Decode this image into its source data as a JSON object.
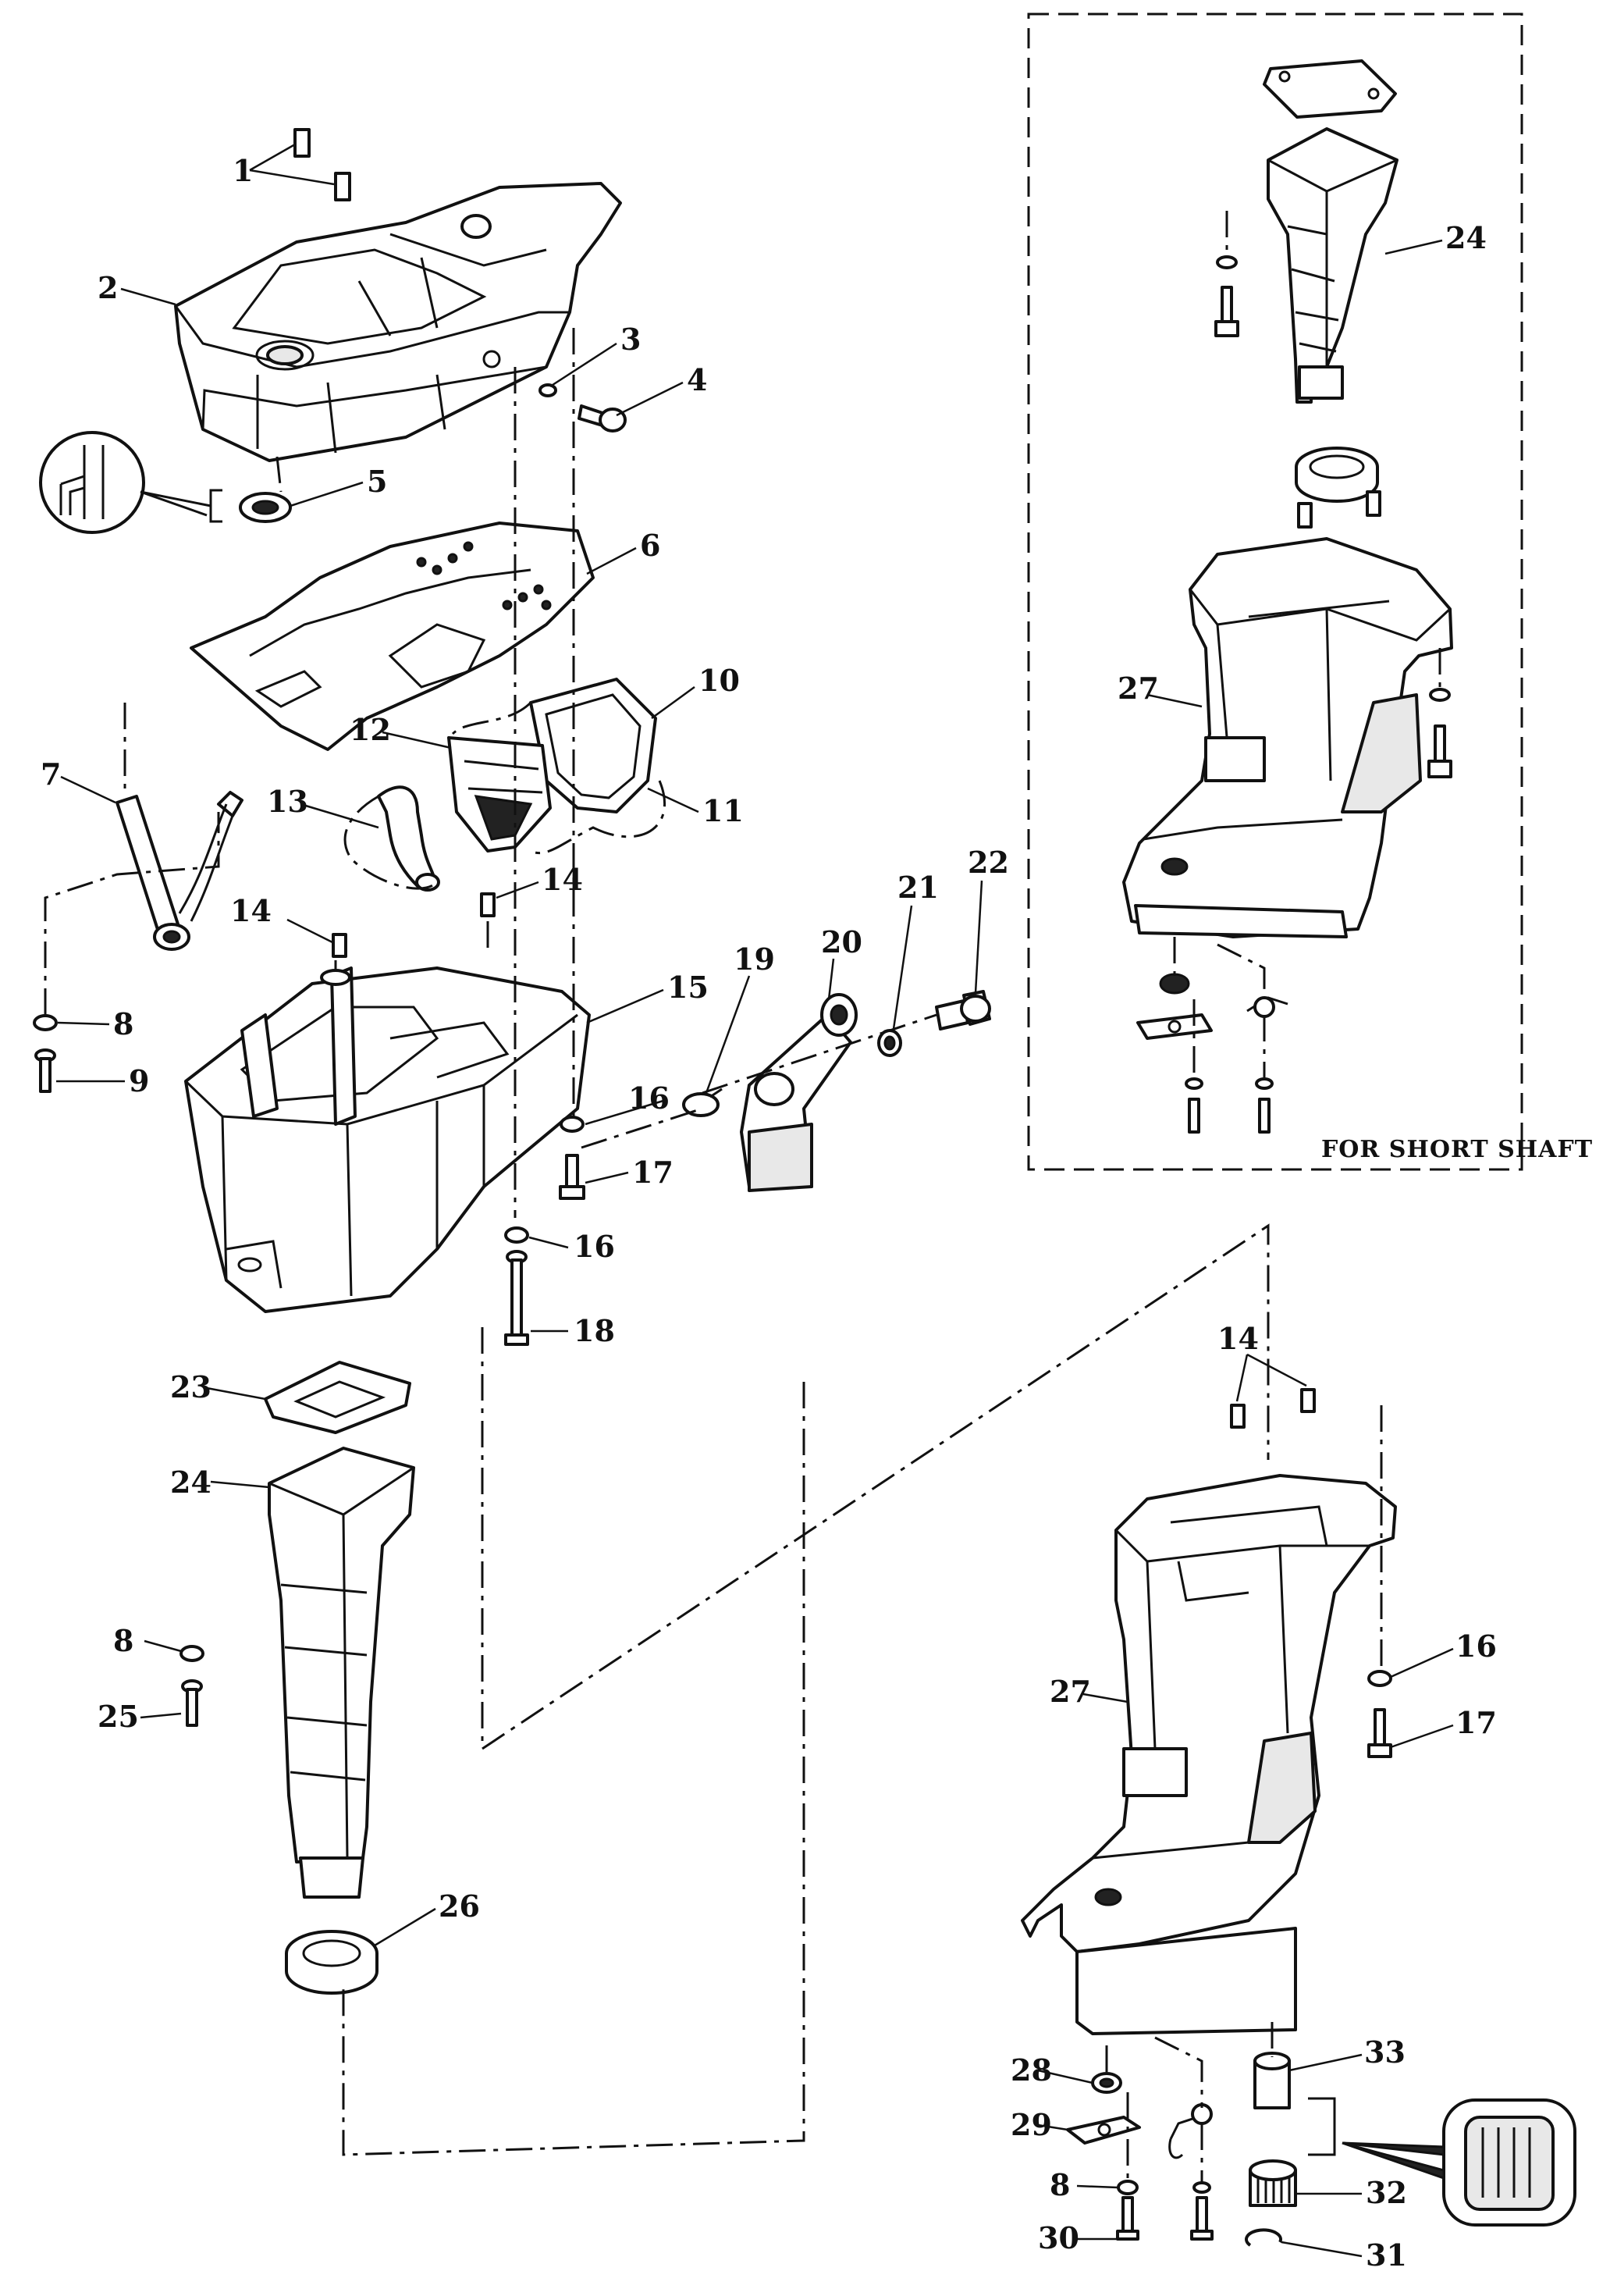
{
  "callouts": {
    "n1": "1",
    "n2": "2",
    "n3": "3",
    "n4": "4",
    "n5": "5",
    "n6": "6",
    "n7": "7",
    "n8a": "8",
    "n8b": "8",
    "n8c": "8",
    "n9": "9",
    "n10": "10",
    "n11": "11",
    "n12": "12",
    "n13": "13",
    "n14a": "14",
    "n14b": "14",
    "n14c": "14",
    "n15": "15",
    "n16a": "16",
    "n16b": "16",
    "n16c": "16",
    "n17a": "17",
    "n17b": "17",
    "n18": "18",
    "n19": "19",
    "n20": "20",
    "n21": "21",
    "n22": "22",
    "n23": "23",
    "n24a": "24",
    "n24b": "24",
    "n25": "25",
    "n26": "26",
    "n27a": "27",
    "n27b": "27",
    "n28": "28",
    "n29": "29",
    "n30": "30",
    "n31": "31",
    "n32": "32",
    "n33": "33"
  },
  "inset": {
    "caption": "FOR SHORT SHAFT"
  }
}
